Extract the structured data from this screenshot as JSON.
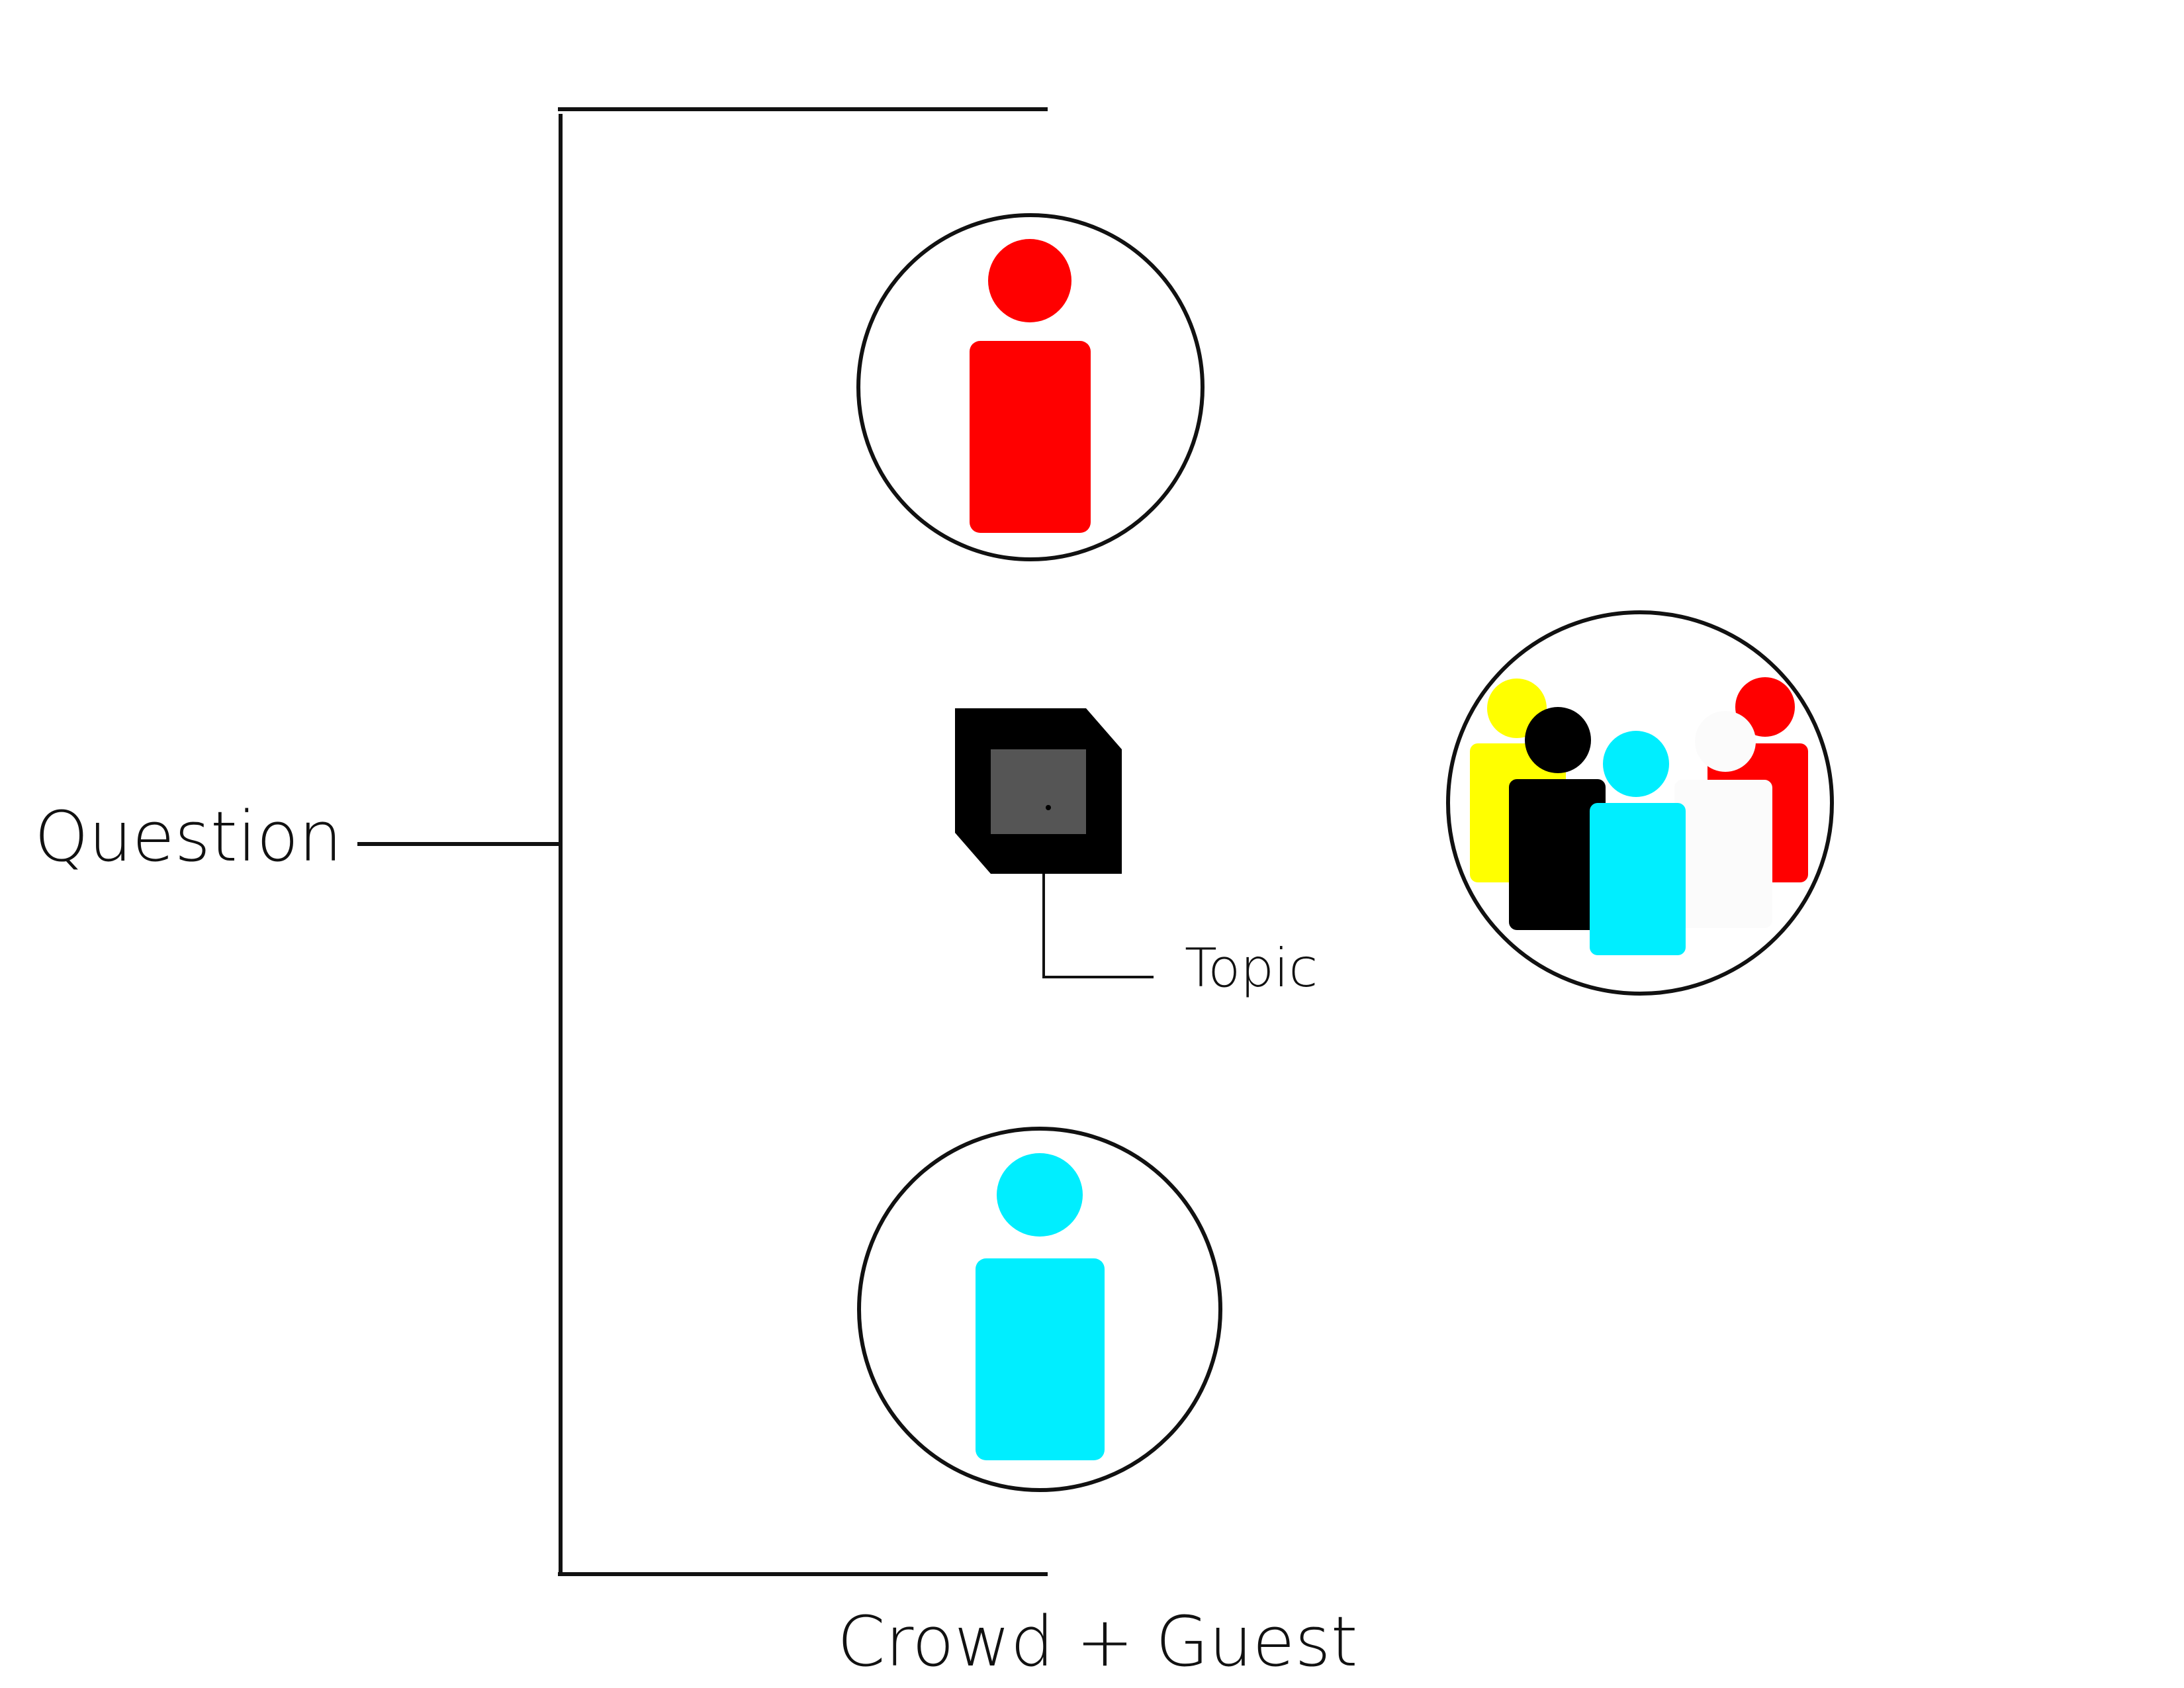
{
  "labels": {
    "question": "Question",
    "topic": "Topic",
    "footer": "Crowd + Guest"
  },
  "icons": {
    "top_person": "person-icon",
    "bottom_person": "person-icon",
    "topic": "cube-icon",
    "crowd": "crowd-icon"
  },
  "colors": {
    "red": "#ff0000",
    "cyan": "#00eeff",
    "yellow": "#ffff00",
    "black": "#000000",
    "white_figure": "#fbfbfb",
    "cube_inner": "#555555",
    "line": "#111111"
  }
}
